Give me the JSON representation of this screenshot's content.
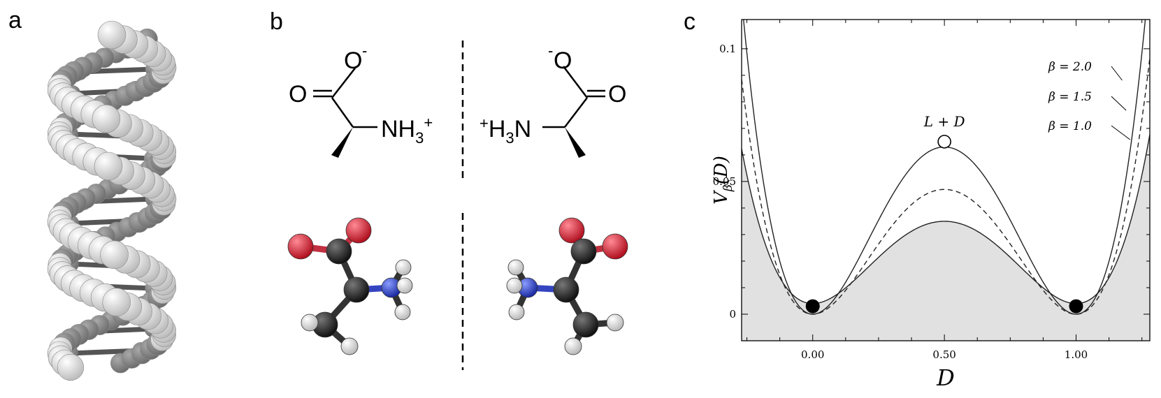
{
  "panels": {
    "a": "a",
    "b": "b",
    "c": "c"
  },
  "molecules": {
    "left": {
      "o_minus": "O",
      "o_minus_charge": "-",
      "o_double": "O",
      "amine_n": "NH",
      "amine_sub": "3",
      "amine_charge": "+"
    },
    "right": {
      "o_minus": "O",
      "o_minus_charge": "-",
      "o_double": "O",
      "amine_charge": "+",
      "amine_n": "H",
      "amine_sub": "3",
      "amine_tail": "N"
    }
  },
  "colors": {
    "dna_dark": "#6e6e6e",
    "dna_light": "#e6e6e6",
    "oxygen": "#e0283c",
    "nitrogen": "#2a3fd6",
    "carbon": "#2a2a2a",
    "hydrogen": "#f2f2f2",
    "shade": "#e1e1e1"
  },
  "chart_data": {
    "type": "line",
    "xlabel": "D",
    "ylabel": "V",
    "ylabel_sub": "β",
    "ylabel_arg": "(D)",
    "xlim": [
      -0.27,
      1.28
    ],
    "ylim": [
      -0.01,
      0.111
    ],
    "xticks": [
      0.0,
      0.5,
      1.0
    ],
    "xtick_labels": [
      "0.00",
      "0.50",
      "1.00"
    ],
    "yticks": [
      0,
      0.05,
      0.1
    ],
    "ytick_labels": [
      "0",
      "0.05",
      "0.1"
    ],
    "series": [
      {
        "name": "β = 1.0",
        "dash": "solid",
        "barrier": 0.031
      },
      {
        "name": "β = 1.5",
        "dash": "dashed",
        "barrier": 0.047
      },
      {
        "name": "β = 2.0",
        "dash": "solid",
        "barrier": 0.063
      }
    ],
    "shaded_curve": {
      "barrier": 0.031,
      "offset": 0.004
    },
    "minima": [
      {
        "x": 0.0,
        "y": 0.003
      },
      {
        "x": 1.0,
        "y": 0.003
      }
    ],
    "maximum": {
      "x": 0.5,
      "y": 0.065,
      "label": "L + D"
    }
  }
}
